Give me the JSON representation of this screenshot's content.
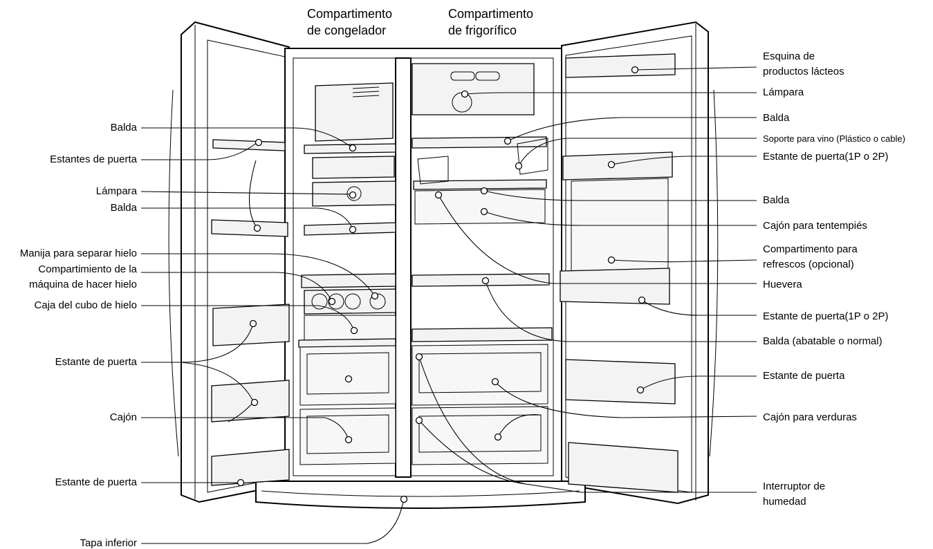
{
  "titles": {
    "freezer": [
      "Compartimento",
      "de congelador"
    ],
    "fridge": [
      "Compartimento",
      "de frigorífico"
    ]
  },
  "labels_left": {
    "balda_1": "Balda",
    "estantes_puerta": "Estantes de puerta",
    "lampara": "Lámpara",
    "balda_2": "Balda",
    "manija_hielo": "Manija para separar hielo",
    "compartimento_hielo": [
      "Compartimiento de la",
      "máquina de hacer hielo"
    ],
    "caja_cubo_hielo": "Caja del cubo de hielo",
    "estante_puerta_1": "Estante de puerta",
    "cajon": "Cajón",
    "estante_puerta_2": "Estante de puerta",
    "tapa_inferior": "Tapa inferior"
  },
  "labels_right": {
    "esquina_lacteos": [
      "Esquina de",
      "productos lácteos"
    ],
    "lampara": "Lámpara",
    "balda_1": "Balda",
    "soporte_vino": "Soporte para vino (Plástico o cable)",
    "estante_puerta_1p2p_a": "Estante de puerta(1P o 2P)",
    "balda_2": "Balda",
    "cajon_tentempies": "Cajón para tentempiés",
    "compartimento_refrescos": [
      "Compartimento para",
      "refrescos (opcional)"
    ],
    "huevera": "Huevera",
    "estante_puerta_1p2p_b": "Estante de puerta(1P o 2P)",
    "balda_abatable": "Balda (abatable o normal)",
    "estante_puerta": "Estante de puerta",
    "cajon_verduras": "Cajón para verduras",
    "interruptor_humedad": [
      "Interruptor de",
      "humedad"
    ]
  }
}
